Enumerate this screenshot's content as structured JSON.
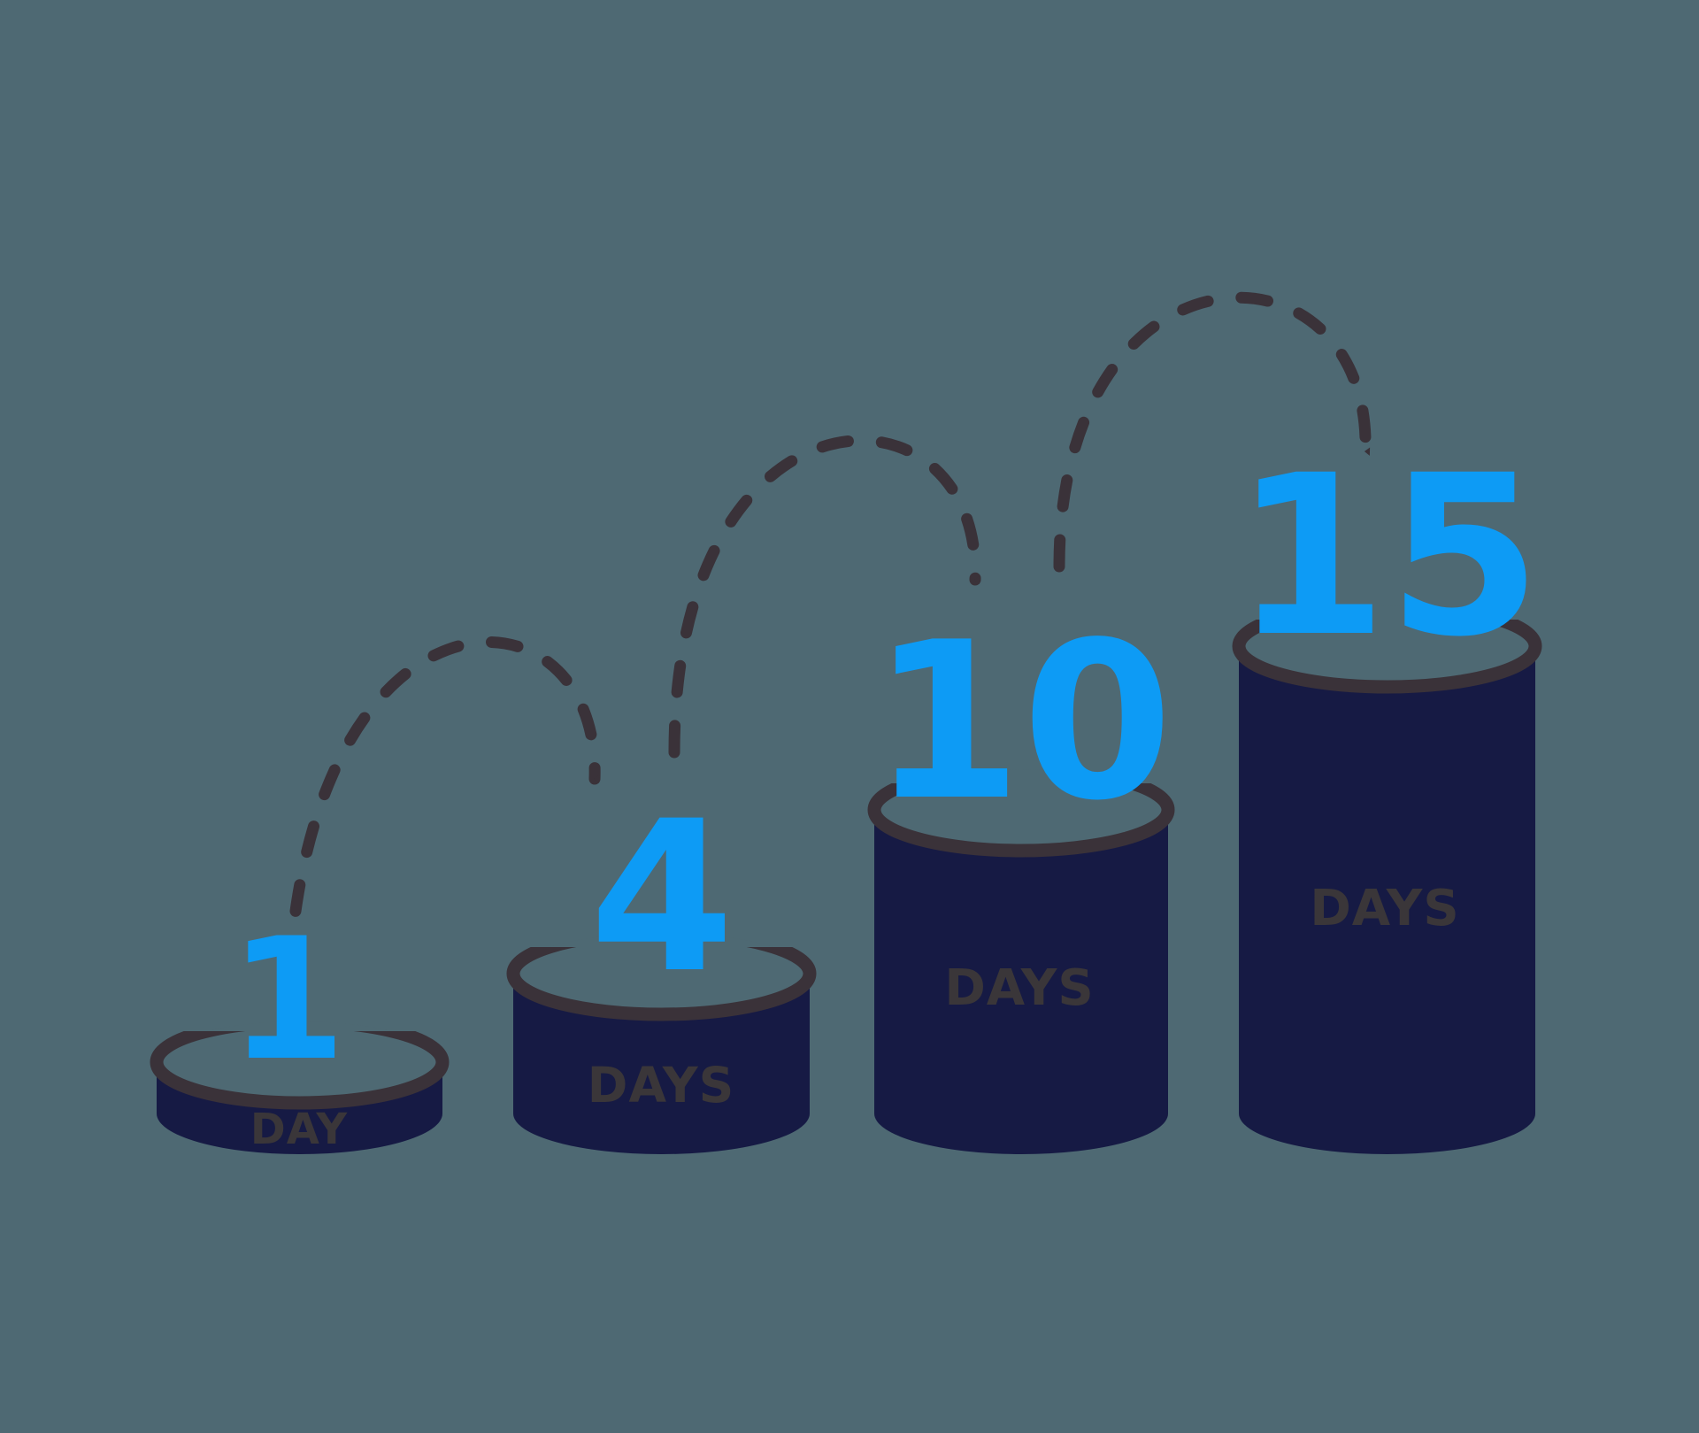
{
  "background_color": "#4e6973",
  "palette": {
    "background": "#4e6973",
    "cylinder_fill": "#161a44",
    "cylinder_stroke": "#3a3239",
    "number_blue": "#0d9bf5",
    "label_dark": "#3a3639",
    "arrow_dark": "#3a3239"
  },
  "chart_data": {
    "type": "bar",
    "title": "",
    "subtitle": "",
    "xlabel": "",
    "ylabel": "",
    "grid": false,
    "legend": "none",
    "orientation": "vertical",
    "style": "3d-cylinder-infographic",
    "unit": "days",
    "categories": [
      "1",
      "4",
      "10",
      "15"
    ],
    "values": [
      1,
      4,
      10,
      15
    ],
    "ylim": [
      0,
      15
    ],
    "bars": [
      {
        "number": "1",
        "unit_label": "DAY",
        "value": 1,
        "number_color": "#0d9bf5",
        "label_color": "#3a3639",
        "fill_color": "#161a44"
      },
      {
        "number": "4",
        "unit_label": "DAYS",
        "value": 4,
        "number_color": "#0d9bf5",
        "label_color": "#3a3639",
        "fill_color": "#161a44"
      },
      {
        "number": "10",
        "unit_label": "DAYS",
        "value": 10,
        "number_color": "#0d9bf5",
        "label_color": "#3a3639",
        "fill_color": "#161a44"
      },
      {
        "number": "15",
        "unit_label": "DAYS",
        "value": 15,
        "number_color": "#0d9bf5",
        "label_color": "#3a3639",
        "fill_color": "#161a44"
      }
    ],
    "connectors": [
      {
        "from": "1",
        "to": "4",
        "style": "dashed-arc",
        "arrowhead": "triangle-down"
      },
      {
        "from": "4",
        "to": "10",
        "style": "dashed-arc",
        "arrowhead": "triangle-down"
      },
      {
        "from": "10",
        "to": "15",
        "style": "dashed-arc",
        "arrowhead": "triangle-down"
      }
    ],
    "annotations": []
  }
}
